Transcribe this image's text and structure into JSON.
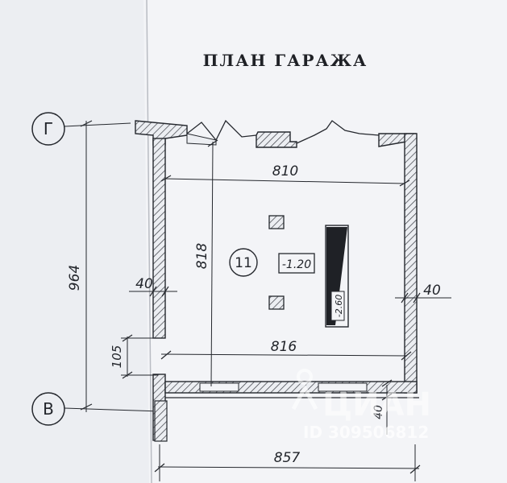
{
  "title": "ПЛАН ГАРАЖА",
  "axes": {
    "top": "Г",
    "bottom": "В"
  },
  "room": {
    "number": "11",
    "level": "-1.20"
  },
  "pit": {
    "depth": "-2.60"
  },
  "dimensions": {
    "overall_height": "964",
    "inner_width_top": "810",
    "inner_height": "818",
    "wall_left": "40",
    "wall_right": "40",
    "inner_width_bottom": "816",
    "opening": "105",
    "wall_bottom": "40",
    "overall_width": "857"
  },
  "watermark": {
    "brand": "ЦИАН",
    "id": "ID 309506812"
  },
  "colors": {
    "paper": "#f3f4f7",
    "ink": "#25282e",
    "hatch": "#3a3d44"
  }
}
